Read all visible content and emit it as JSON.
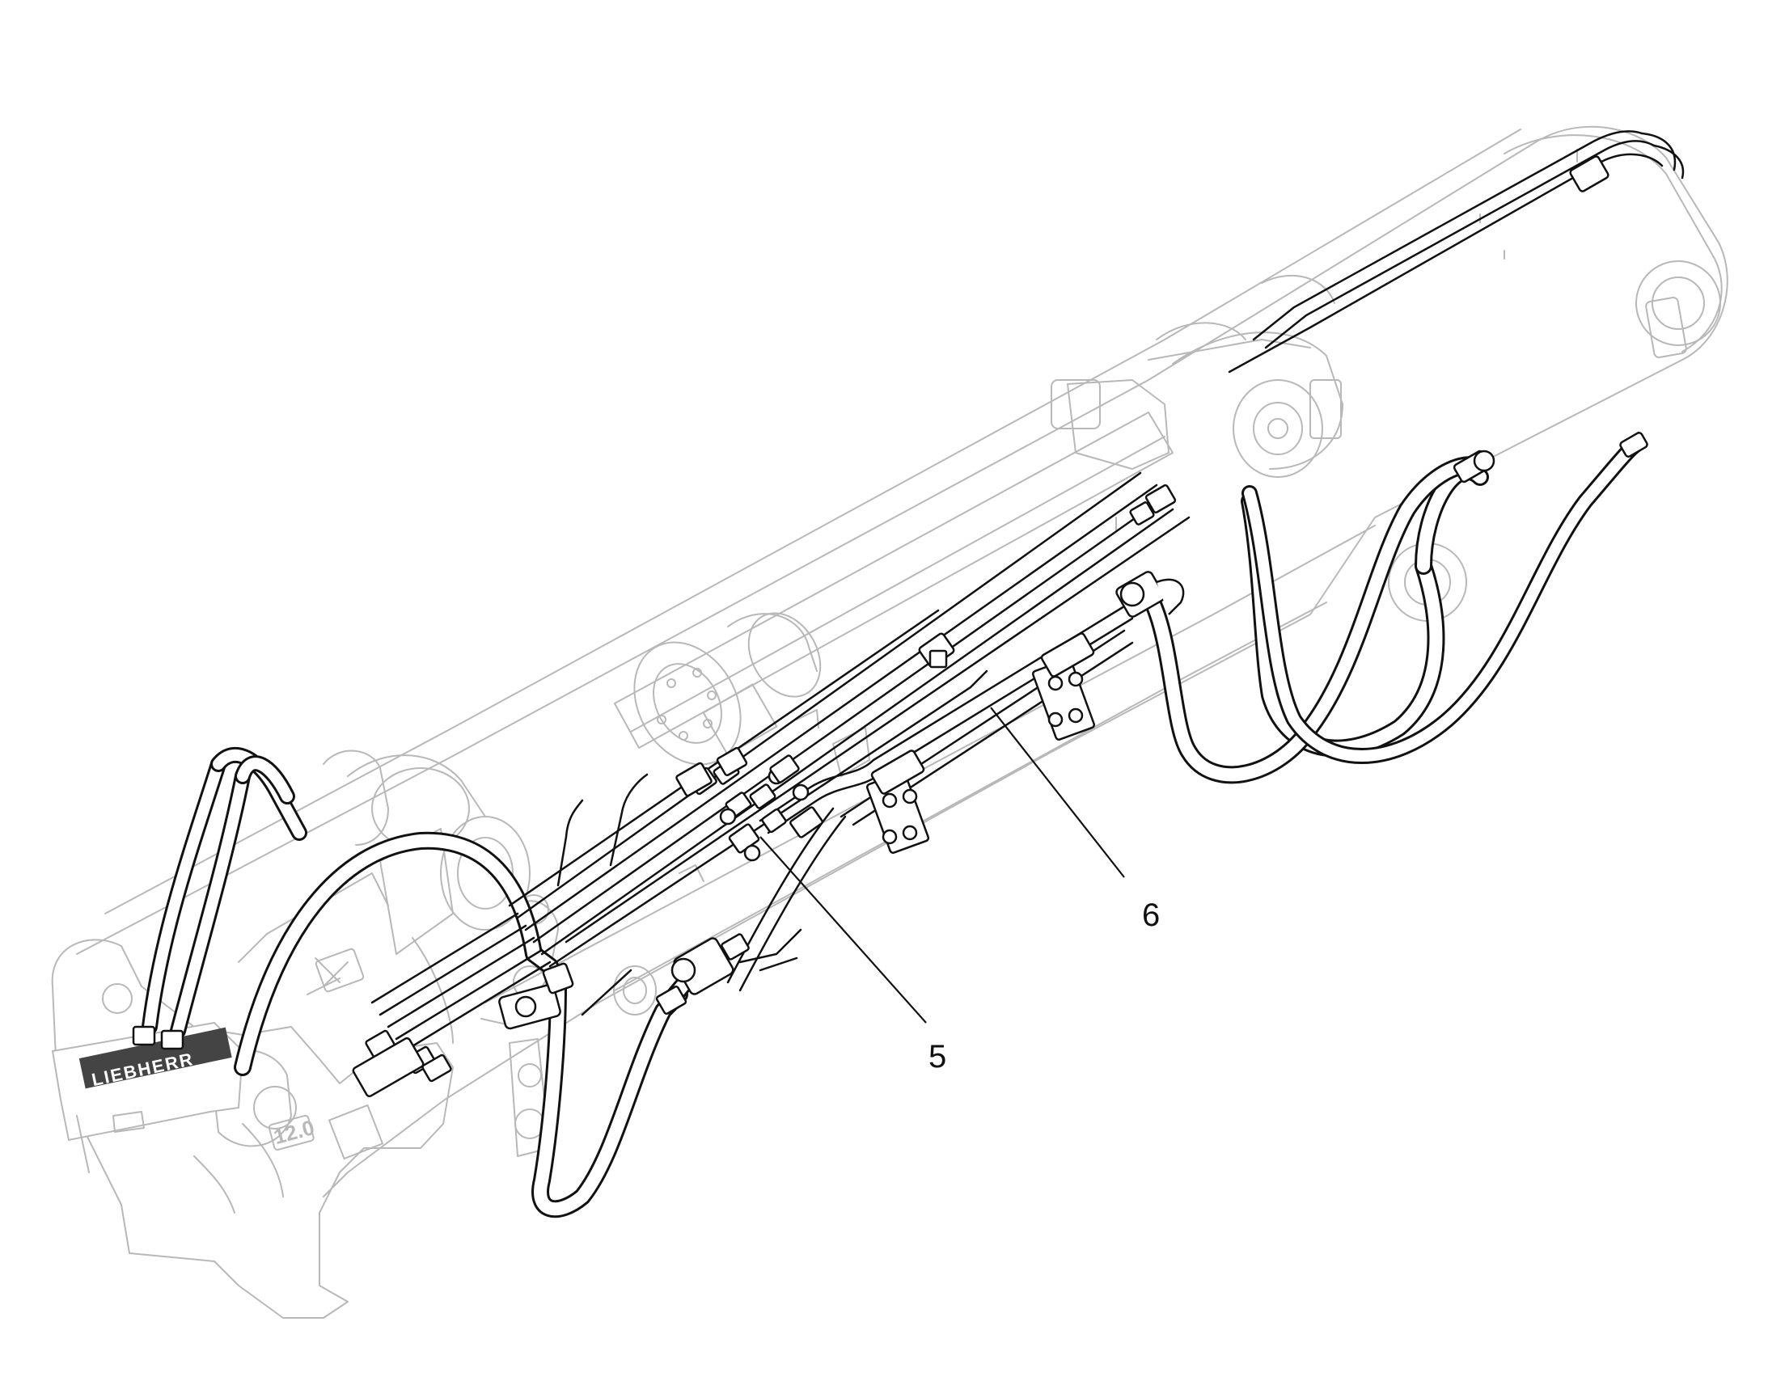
{
  "diagram": {
    "logo_text": "LIEBHERR",
    "plate_text": "12.0",
    "callouts": [
      {
        "id": "5",
        "label": "5"
      },
      {
        "id": "6",
        "label": "6"
      }
    ],
    "colors": {
      "line": "#111111",
      "ghost": "#b8b8b8",
      "background": "#ffffff"
    }
  }
}
